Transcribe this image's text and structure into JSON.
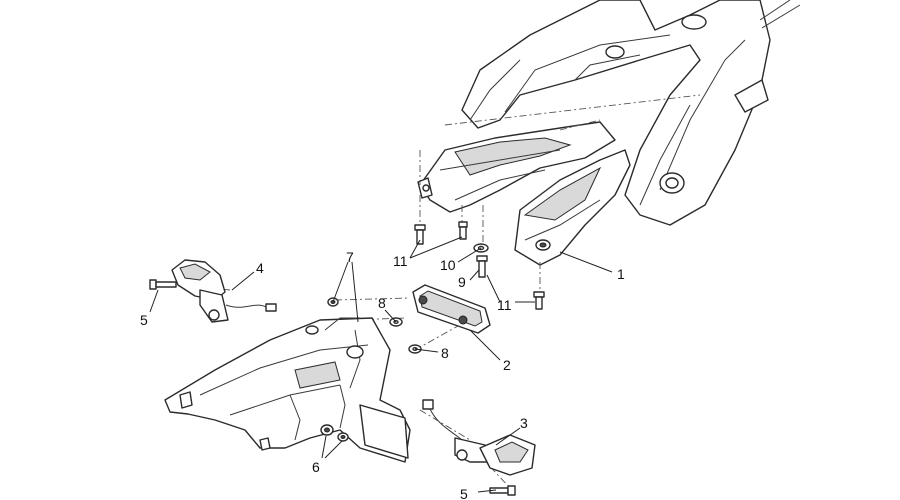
{
  "callouts": {
    "c1": "1",
    "c2": "2",
    "c3": "3",
    "c4": "4",
    "c5a": "5",
    "c5b": "5",
    "c6": "6",
    "c7": "7",
    "c8a": "8",
    "c8b": "8",
    "c9": "9",
    "c10": "10",
    "c11a": "11",
    "c11b": "11"
  },
  "colors": {
    "line": "#2b2b2b",
    "background": "#ffffff",
    "shade": "#d9d9d9"
  }
}
